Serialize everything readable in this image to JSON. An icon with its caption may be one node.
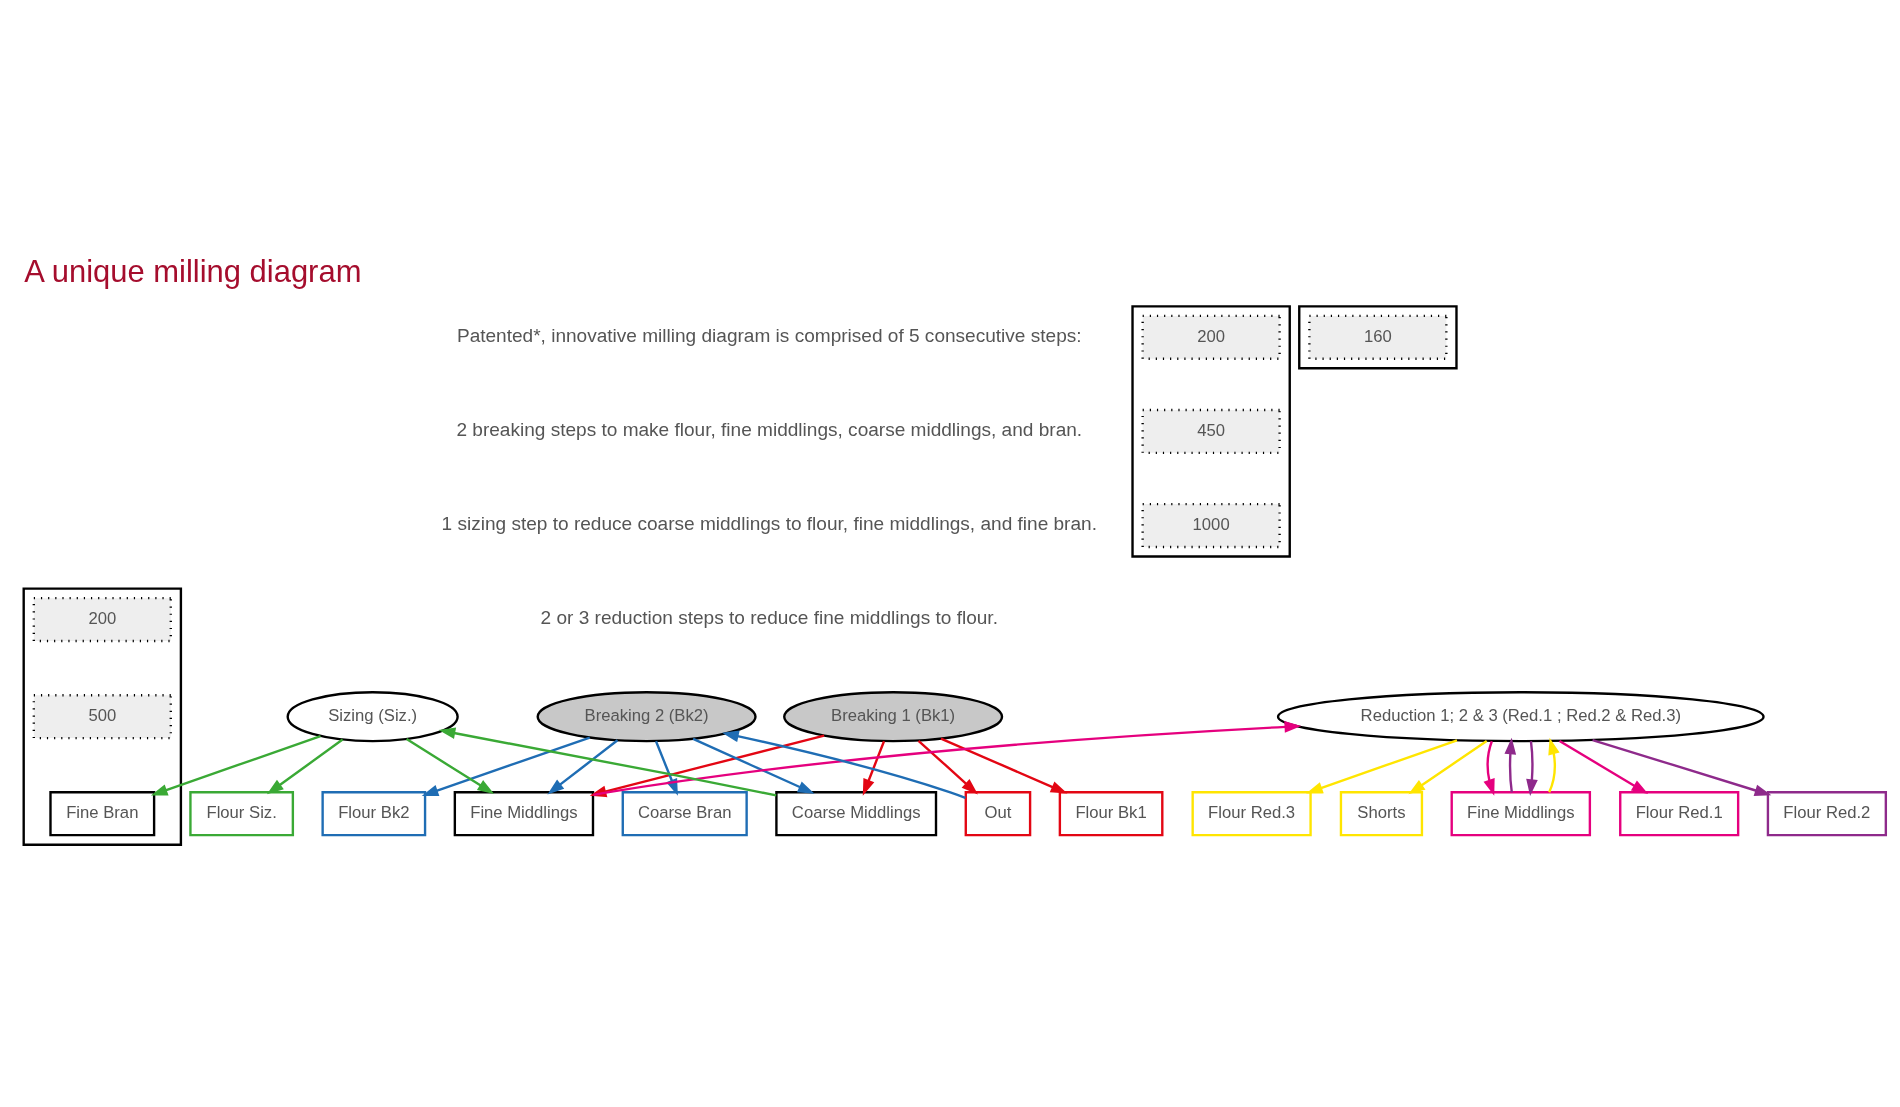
{
  "diagram": {
    "title": "A unique milling diagram",
    "nodes": [
      {
        "text": [
          "Breaking 1 (Bk1)"
        ]
      },
      {
        "text": [
          "Breaking 2 (Bk2)"
        ]
      },
      {
        "text": [
          "Sizing (Siz.)"
        ]
      },
      {
        "text": [
          "Reduction 1; 2 & 3 (Red.1 ; Red.2 & Red.3)"
        ]
      },
      {
        "text": [],
        "shape": "box"
      },
      {
        "text": [
          "200"
        ],
        "in": 4
      },
      {
        "text": [
          "450"
        ],
        "in": 4
      },
      {
        "text": [
          "1000"
        ],
        "in": 4
      },
      {
        "text": [],
        "shape": "box"
      },
      {
        "text": [
          "200"
        ],
        "in": 8
      },
      {
        "text": [
          "500"
        ],
        "in": 8
      },
      {
        "text": [
          "Fine Bran"
        ],
        "in": 8
      },
      {
        "text": [],
        "shape": "box"
      },
      {
        "text": [
          "160"
        ],
        "in": 12
      },
      {
        "text": [
          "Flour Bk1"
        ]
      },
      {
        "text": [
          "Flour Bk2"
        ]
      },
      {
        "text": [
          "Fine Middlings"
        ]
      },
      {
        "text": [
          "Coarse Middlings"
        ]
      },
      {
        "text": [
          "Out"
        ]
      },
      {
        "text": [
          "Coarse Bran"
        ]
      },
      {
        "text": [
          "Flour Siz."
        ]
      },
      {
        "text": [
          "Flour Red.1"
        ]
      },
      {
        "text": [
          "Flour Red.2"
        ]
      },
      {
        "text": [
          "Flour Red.3"
        ]
      },
      {
        "text": [
          "Shorts"
        ]
      },
      {
        "text": [
          "Fine Middlings"
        ]
      }
    ],
    "edges": [
      {
        "from": 0,
        "to": 14,
        "arrow": "to",
        "color": "#e30613"
      },
      {
        "from": 0,
        "to": 16,
        "arrow": "to",
        "color": "#e30613"
      },
      {
        "from": 0,
        "to": 17,
        "arrow": "to",
        "color": "#e30613"
      },
      {
        "from": 0,
        "to": 18,
        "arrow": "to",
        "color": "#e30613"
      },
      {
        "from": 18,
        "to": 1,
        "arrow": "to",
        "color": "#1f6db4"
      },
      {
        "from": 1,
        "to": 15,
        "arrow": "to",
        "color": "#1f6db4"
      },
      {
        "from": 1,
        "to": 16,
        "arrow": "to",
        "color": "#1f6db4"
      },
      {
        "from": 1,
        "to": 17,
        "arrow": "to",
        "color": "#1f6db4"
      },
      {
        "from": 1,
        "to": 19,
        "arrow": "to",
        "color": "#1f6db4"
      },
      {
        "from": 17,
        "to": 2,
        "arrow": "to",
        "color": "#3aa935"
      },
      {
        "from": 2,
        "to": 20,
        "arrow": "to",
        "color": "#3aa935"
      },
      {
        "from": 2,
        "to": 16,
        "arrow": "to",
        "color": "#3aa935"
      },
      {
        "from": 2,
        "to": 11,
        "arrow": "to",
        "color": "#3aa935"
      },
      {
        "from": 16,
        "to": 3,
        "arrow": "to",
        "color": "#e5007e"
      },
      {
        "from": 3,
        "to": 21,
        "arrow": "to",
        "color": "#e5007e"
      },
      {
        "from": 3,
        "to": 25,
        "arrow": "to",
        "color": "#e5007e"
      },
      {
        "from": 25,
        "to": 3,
        "arrow": "to",
        "color": "#8e2a8b"
      },
      {
        "from": 3,
        "to": 22,
        "arrow": "to",
        "color": "#8e2a8b"
      },
      {
        "from": 3,
        "to": 25,
        "arrow": "to",
        "color": "#8e2a8b"
      },
      {
        "from": 25,
        "to": 3,
        "arrow": "to",
        "color": "#ffe500"
      },
      {
        "from": 3,
        "to": 23,
        "arrow": "to",
        "color": "#ffe500"
      },
      {
        "from": 3,
        "to": 24,
        "arrow": "to",
        "color": "#ffe500"
      }
    ],
    "labels": [
      "Patented*, innovative milling diagram is comprised of 5 consecutive steps:",
      "2 breaking steps to make flour, fine middlings, coarse middlings, and bran.",
      "1 sizing step to reduce coarse middlings to flour, fine middlings, and fine bran.",
      "2 or 3 reduction steps to reduce fine middlings to flour."
    ]
  }
}
